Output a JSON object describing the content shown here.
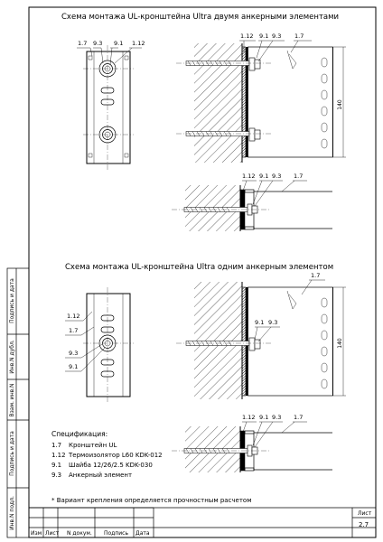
{
  "section1": {
    "title": "Схема монтажа UL-кронштейна Ultra двумя анкерными элементами",
    "front": {
      "callouts": [
        "1.7",
        "9.3",
        "9.1",
        "1.12"
      ]
    },
    "side": {
      "callouts": [
        "1.12",
        "9.1",
        "9.3",
        "1.7"
      ],
      "dimension": "140"
    },
    "top": {
      "callouts": [
        "1.12",
        "9.1",
        "9.3",
        "1.7"
      ]
    }
  },
  "section2": {
    "title": "Схема монтажа UL-кронштейна Ultra одним анкерным элементом",
    "front": {
      "callouts": [
        "1.12",
        "1.7",
        "9.3",
        "9.1"
      ]
    },
    "side": {
      "callouts": [
        "1.7",
        "9.1",
        "9.3"
      ],
      "dimension": "140"
    },
    "top": {
      "callouts": [
        "1.12",
        "9.1",
        "9.3",
        "1.7"
      ]
    }
  },
  "spec": {
    "title": "Спецификация:",
    "items": [
      {
        "code": "1.7",
        "text": "Кронштейн UL"
      },
      {
        "code": "1.12",
        "text": "Термоизолятор L60 KDK-012"
      },
      {
        "code": "9.1",
        "text": "Шайба 12/26/2.5 KDK-030"
      },
      {
        "code": "9.3",
        "text": "Анкерный элемент"
      }
    ]
  },
  "note": "* Вариант крепления определяется прочностным расчетом",
  "side_stamp": [
    "Подпись и дата",
    "Инв.N дубл.",
    "Взам. инв.N",
    "Подпись и дата",
    "Инв.N подл."
  ],
  "title_block": {
    "cols": [
      "Изм",
      "Лист",
      "N докум.",
      "Подпись",
      "Дата"
    ],
    "sheet_label": "Лист",
    "sheet_number": "2.7"
  }
}
